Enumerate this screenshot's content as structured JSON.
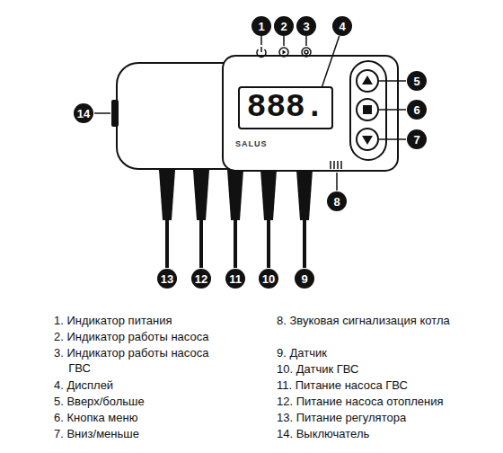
{
  "diagram": {
    "nodes": [
      {
        "text": [
          "1"
        ]
      },
      {
        "text": [
          "2"
        ]
      },
      {
        "text": [
          "3"
        ]
      },
      {
        "text": [
          "4"
        ]
      },
      {
        "text": [
          "888."
        ]
      },
      {
        "text": [
          "14"
        ]
      },
      {
        "text": [
          "5"
        ]
      },
      {
        "text": [
          "6"
        ]
      },
      {
        "text": [
          "7"
        ]
      },
      {
        "text": [
          "8"
        ]
      },
      {
        "text": [
          "13"
        ]
      },
      {
        "text": [
          "12"
        ]
      },
      {
        "text": [
          "11"
        ]
      },
      {
        "text": [
          "10"
        ]
      },
      {
        "text": [
          "9"
        ]
      }
    ],
    "edges": [
      {
        "from": 3,
        "to": 4,
        "arrow": "none"
      }
    ],
    "labels": [
      "SALUS",
      "1. Индикатор питания",
      "2. Индикатор работы насоса",
      "3. Индикатор работы насоса ГВС",
      "4. Дисплей",
      "5. Вверх/больше",
      "6. Кнопка меню",
      "7. Вниз/меньше",
      "8. Звуковая сигнализация котла",
      "9. Датчик",
      "10. Датчик ГВС",
      "11. Питание насоса ГВС",
      "12. Питание насоса отопления",
      "13. Питание регулятора",
      "14. Выключатель"
    ]
  }
}
